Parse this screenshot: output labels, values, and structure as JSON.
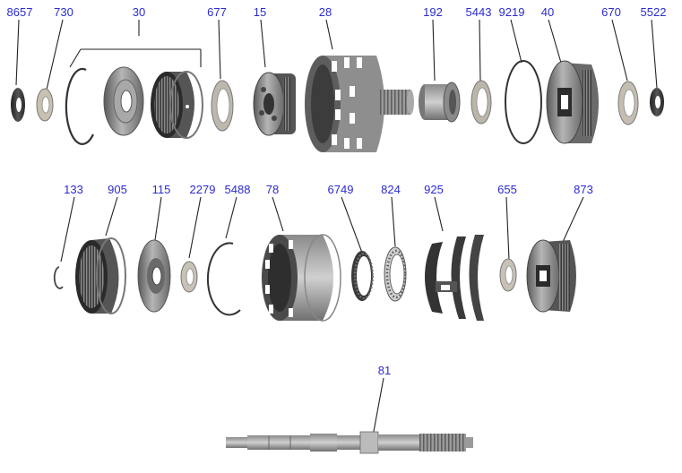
{
  "colors": {
    "callout_text": "#2b2bd0",
    "leader_line": "#222222",
    "metal_dark": "#3a3a3a",
    "metal_mid": "#7d7d7d",
    "metal_light": "#c9c9c9",
    "background": "#ffffff"
  },
  "callouts": {
    "p8657": "8657",
    "p730": "730",
    "p30": "30",
    "p677": "677",
    "p15": "15",
    "p28": "28",
    "p192": "192",
    "p5443": "5443",
    "p9219": "9219",
    "p40": "40",
    "p670": "670",
    "p5522": "5522",
    "p133": "133",
    "p905": "905",
    "p115": "115",
    "p2279": "2279",
    "p5488": "5488",
    "p78": "78",
    "p6749": "6749",
    "p824": "824",
    "p925": "925",
    "p655": "655",
    "p873": "873",
    "p81": "81"
  }
}
